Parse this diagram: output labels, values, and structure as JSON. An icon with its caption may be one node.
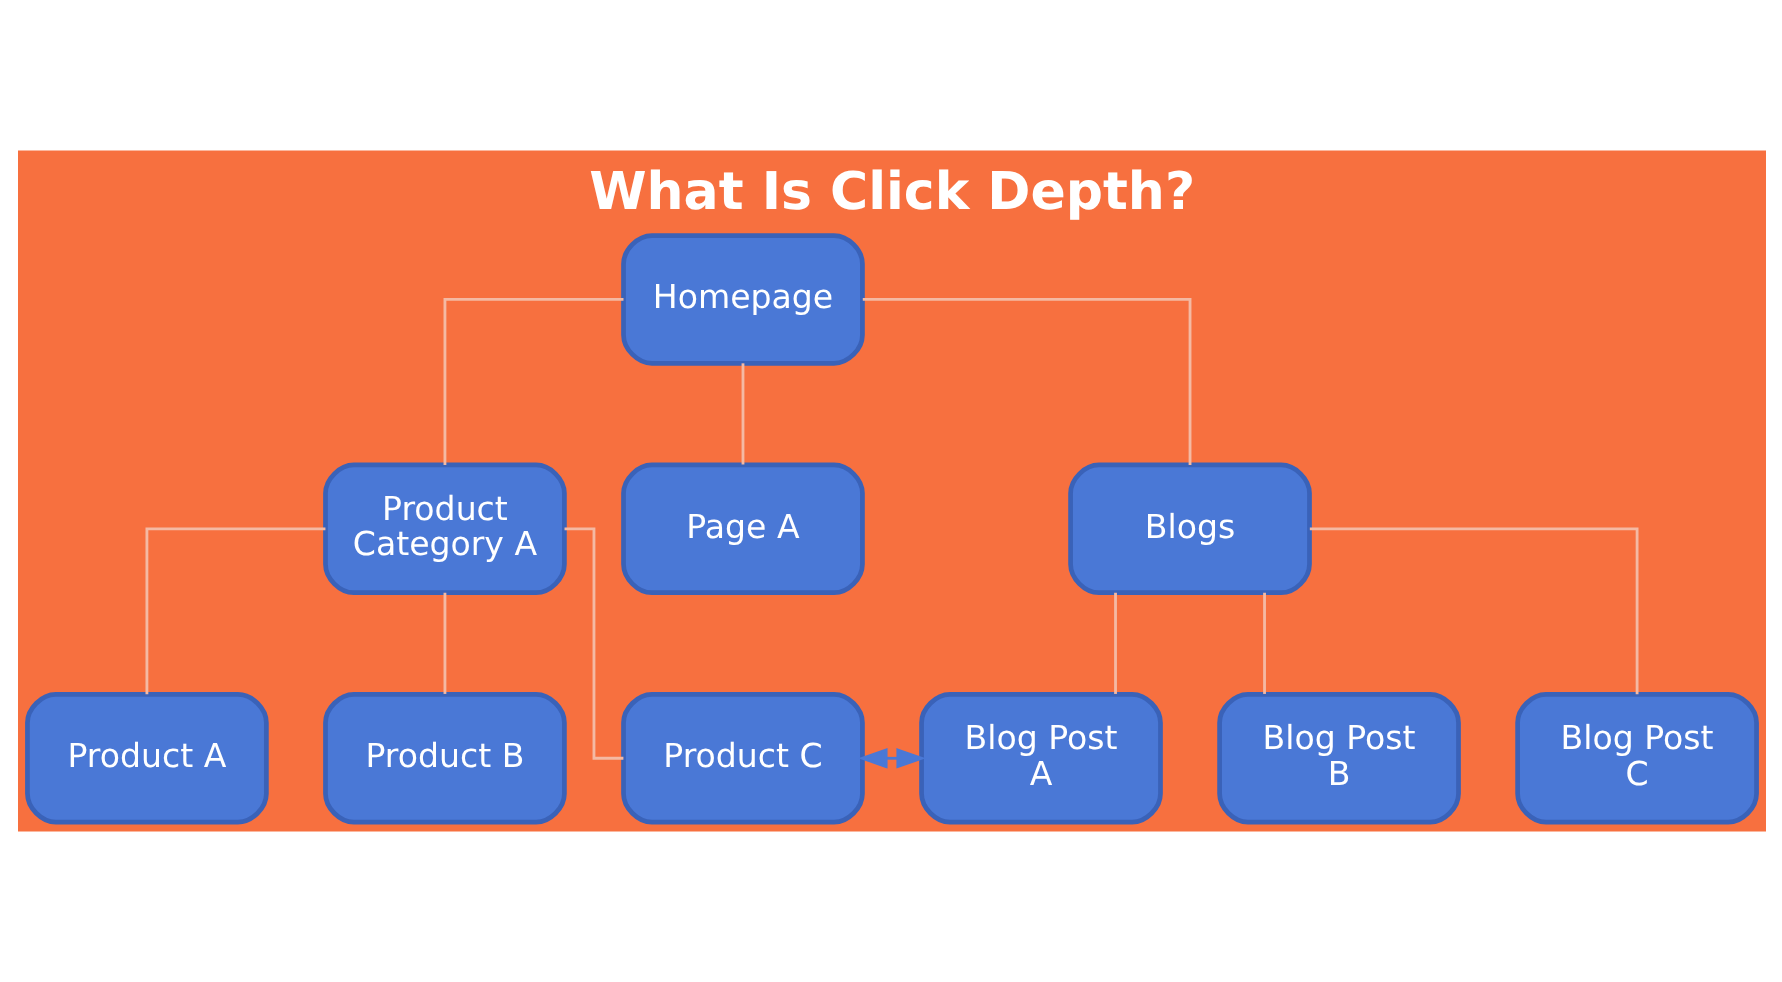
{
  "diagram": {
    "title": "What Is Click Depth?",
    "nodes": [
      {
        "text": [
          "Homepage"
        ]
      },
      {
        "text": [
          "Product Category A"
        ]
      },
      {
        "text": [
          "Page A"
        ]
      },
      {
        "text": [
          "Blogs"
        ]
      },
      {
        "text": [
          "Product A"
        ]
      },
      {
        "text": [
          "Product B"
        ]
      },
      {
        "text": [
          "Product C"
        ]
      },
      {
        "text": [
          "Blog Post A"
        ]
      },
      {
        "text": [
          "Blog Post B"
        ]
      },
      {
        "text": [
          "Blog Post C"
        ]
      }
    ],
    "edges": [
      {
        "from": 0,
        "to": 1,
        "arrow": "none"
      },
      {
        "from": 0,
        "to": 2,
        "arrow": "none"
      },
      {
        "from": 0,
        "to": 3,
        "arrow": "none"
      },
      {
        "from": 1,
        "to": 4,
        "arrow": "none"
      },
      {
        "from": 1,
        "to": 5,
        "arrow": "none"
      },
      {
        "from": 1,
        "to": 6,
        "arrow": "none"
      },
      {
        "from": 3,
        "to": 7,
        "arrow": "none"
      },
      {
        "from": 3,
        "to": 8,
        "arrow": "none"
      },
      {
        "from": 3,
        "to": 9,
        "arrow": "none"
      },
      {
        "from": 6,
        "to": 7,
        "arrow": "both",
        "color": "#4a78d6"
      }
    ]
  }
}
